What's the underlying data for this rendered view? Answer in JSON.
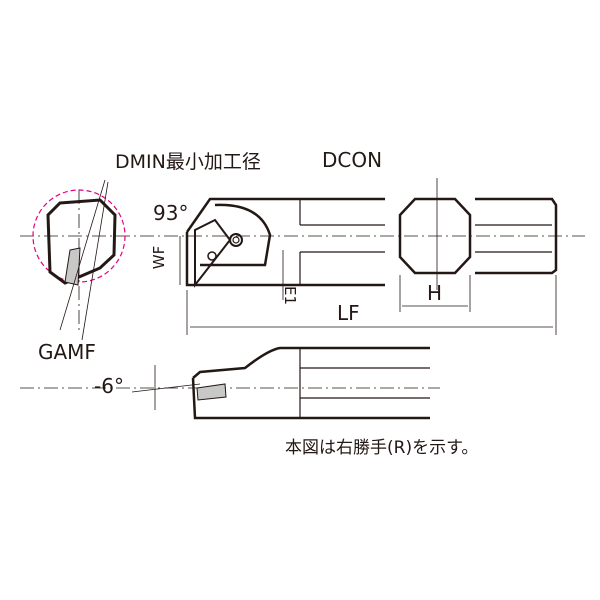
{
  "labels": {
    "dmin": "DMIN最小加工径",
    "dcon": "DCON",
    "angle_top": "93°",
    "wf": "WF",
    "e1": "E1",
    "h": "H",
    "lf": "LF",
    "gamf": "GAMF",
    "angle_side": "-6°",
    "note": "本図は右勝手(R)を示す。"
  },
  "colors": {
    "line": "#231815",
    "circle": "#e4007f",
    "insert": "#c8c8c8"
  }
}
